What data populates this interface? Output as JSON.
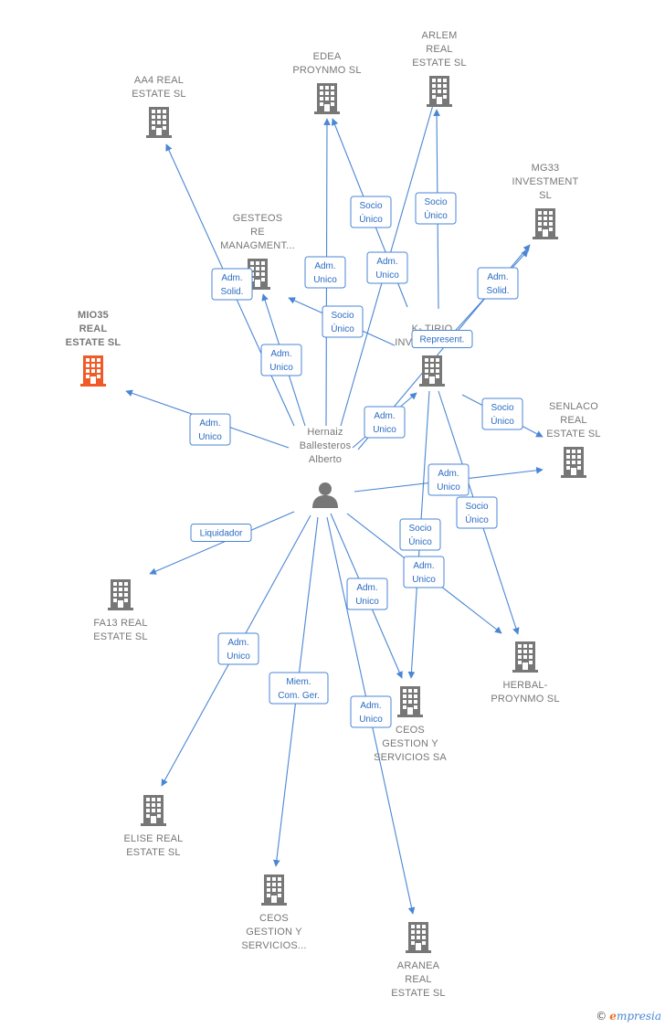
{
  "colors": {
    "edge": "#4a86d4",
    "edge_text": "#2a6bc3",
    "building": "#777777",
    "building_focus": "#f05a28",
    "person": "#777777"
  },
  "nodes": [
    {
      "id": "aa4",
      "type": "company",
      "label": [
        "AA4 REAL",
        "ESTATE  SL"
      ]
    },
    {
      "id": "edea",
      "type": "company",
      "label": [
        "EDEA",
        "PROYNMO  SL"
      ]
    },
    {
      "id": "arlem",
      "type": "company",
      "label": [
        "ARLEM",
        "REAL",
        "ESTATE  SL"
      ]
    },
    {
      "id": "mg33",
      "type": "company",
      "label": [
        "MG33",
        "INVESTMENT",
        "SL"
      ]
    },
    {
      "id": "gesteos",
      "type": "company",
      "label": [
        "GESTEOS",
        "RE",
        "MANAGMENT..."
      ]
    },
    {
      "id": "mio35",
      "type": "company",
      "focus": true,
      "label": [
        "MIO35",
        "REAL",
        "ESTATE  SL"
      ]
    },
    {
      "id": "ktirio",
      "type": "company",
      "label": [
        "K- TIRIO",
        "INVESTMENT..."
      ]
    },
    {
      "id": "senlaco",
      "type": "company",
      "label": [
        "SENLACO",
        "REAL",
        "ESTATE  SL"
      ]
    },
    {
      "id": "hernaiz",
      "type": "person",
      "label": [
        "Hernaiz",
        "Ballesteros",
        "Alberto"
      ]
    },
    {
      "id": "fa13",
      "type": "company",
      "label": [
        "FA13 REAL",
        "ESTATE  SL"
      ]
    },
    {
      "id": "herbal",
      "type": "company",
      "label": [
        "HERBAL-",
        "PROYNMO  SL"
      ]
    },
    {
      "id": "ceos1",
      "type": "company",
      "label": [
        "CEOS",
        "GESTION Y",
        "SERVICIOS SA"
      ]
    },
    {
      "id": "elise",
      "type": "company",
      "label": [
        "ELISE REAL",
        "ESTATE  SL"
      ]
    },
    {
      "id": "ceos2",
      "type": "company",
      "label": [
        "CEOS",
        "GESTION Y",
        "SERVICIOS..."
      ]
    },
    {
      "id": "aranea",
      "type": "company",
      "label": [
        "ARANEA",
        "REAL",
        "ESTATE  SL"
      ]
    }
  ],
  "edges": [
    {
      "from": "hernaiz",
      "to": "aa4",
      "label": [
        "Adm.",
        "Solid."
      ]
    },
    {
      "from": "hernaiz",
      "to": "edea",
      "label": [
        "Adm.",
        "Unico"
      ]
    },
    {
      "from": "hernaiz",
      "to": "arlem",
      "label": [
        "Adm.",
        "Unico"
      ]
    },
    {
      "from": "hernaiz",
      "to": "gesteos",
      "label": [
        "Adm.",
        "Unico"
      ]
    },
    {
      "from": "hernaiz",
      "to": "mio35",
      "label": [
        "Adm.",
        "Unico"
      ]
    },
    {
      "from": "hernaiz",
      "to": "ktirio",
      "label": [
        "Adm.",
        "Unico"
      ]
    },
    {
      "from": "hernaiz",
      "to": "mg33",
      "label": [
        "Adm.",
        "Solid."
      ]
    },
    {
      "from": "hernaiz",
      "to": "senlaco",
      "label": [
        "Adm.",
        "Unico"
      ]
    },
    {
      "from": "hernaiz",
      "to": "fa13",
      "label": [
        "Liquidador"
      ]
    },
    {
      "from": "hernaiz",
      "to": "herbal",
      "label": [
        "Adm.",
        "Unico"
      ]
    },
    {
      "from": "hernaiz",
      "to": "ceos1",
      "label": [
        "Adm.",
        "Unico"
      ]
    },
    {
      "from": "hernaiz",
      "to": "elise",
      "label": [
        "Adm.",
        "Unico"
      ]
    },
    {
      "from": "hernaiz",
      "to": "ceos2",
      "label": [
        "Miem.",
        "Com. Ger."
      ]
    },
    {
      "from": "hernaiz",
      "to": "aranea",
      "label": [
        "Adm.",
        "Unico"
      ]
    },
    {
      "from": "ktirio",
      "to": "edea",
      "label": [
        "Socio",
        "Único"
      ]
    },
    {
      "from": "ktirio",
      "to": "arlem",
      "label": [
        "Socio",
        "Único"
      ]
    },
    {
      "from": "ktirio",
      "to": "gesteos",
      "label": [
        "Socio",
        "Único"
      ]
    },
    {
      "from": "ktirio",
      "to": "mg33",
      "label": [
        "Represent."
      ]
    },
    {
      "from": "ktirio",
      "to": "senlaco",
      "label": [
        "Socio",
        "Único"
      ]
    },
    {
      "from": "ktirio",
      "to": "herbal",
      "label": [
        "Socio",
        "Único"
      ]
    },
    {
      "from": "ktirio",
      "to": "ceos1",
      "label": [
        "Socio",
        "Único"
      ]
    }
  ],
  "footer": {
    "copyright": "©",
    "brand_initial": "e",
    "brand_rest": "mpresia"
  }
}
